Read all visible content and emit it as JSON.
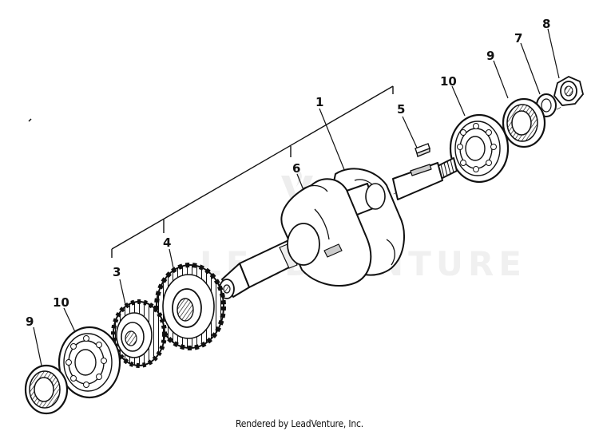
{
  "watermark": "LEADVENTURE",
  "footer": "Rendered by LeadVenture, Inc.",
  "callouts": {
    "c1": "1",
    "c3": "3",
    "c4": "4",
    "c5": "5",
    "c6": "6",
    "c7": "7",
    "c8": "8",
    "c9_right": "9",
    "c10_right": "10",
    "c9_left": "9",
    "c10_left": "10"
  }
}
